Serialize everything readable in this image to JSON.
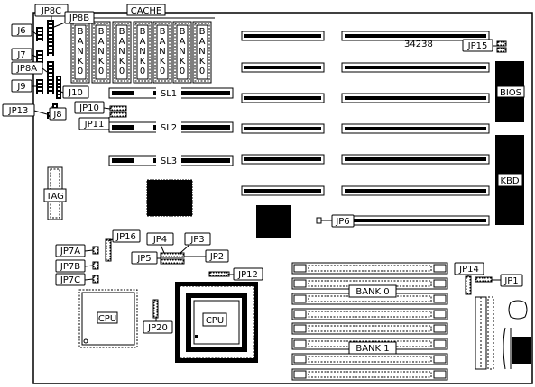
{
  "diagram": {
    "id_number": "34238",
    "cache_label": "CACHE",
    "bank_chip_text": [
      "B",
      "A",
      "N",
      "K",
      "0"
    ],
    "slot_labels": {
      "sl1": "SL1",
      "sl2": "SL2",
      "sl3": "SL3"
    },
    "chip_labels": {
      "bios": "BIOS",
      "kbd": "KBD",
      "tag": "TAG",
      "cpu_main": "CPU",
      "cpu_small": "CPU"
    },
    "jumpers": {
      "jp8c": "JP8C",
      "jp8b": "JP8B",
      "j6": "J6",
      "j7": "J7",
      "jp8a": "JP8A",
      "j9": "J9",
      "j10": "J10",
      "j8": "J8",
      "jp13": "JP13",
      "jp10": "JP10",
      "jp11": "JP11",
      "jp15": "JP15",
      "jp6": "JP6",
      "jp16": "JP16",
      "jp7a": "JP7A",
      "jp7b": "JP7B",
      "jp7c": "JP7C",
      "jp4": "JP4",
      "jp3": "JP3",
      "jp2": "JP2",
      "jp5": "JP5",
      "jp12": "JP12",
      "jp14": "JP14",
      "jp1": "JP1",
      "jp20": "JP20"
    },
    "simm_banks": {
      "bank0": "BANK 0",
      "bank1": "BANK 1"
    }
  }
}
